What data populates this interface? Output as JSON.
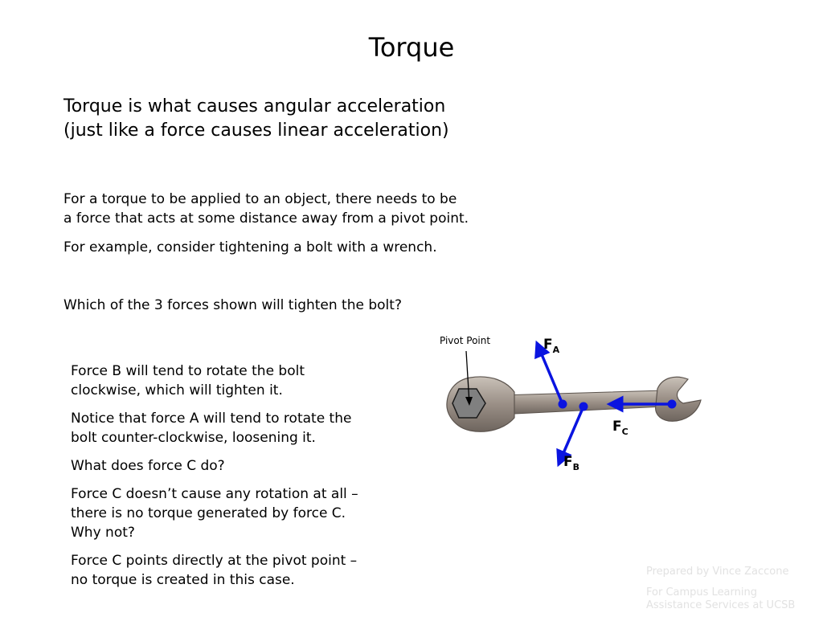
{
  "slide": {
    "title": "Torque",
    "intro": [
      "Torque is what causes angular acceleration",
      "(just like a force causes linear acceleration)"
    ],
    "paragraph1": [
      "For a torque to be applied to an object, there needs to be",
      "a force that acts at some distance away from a pivot point."
    ],
    "paragraph2": "For example, consider tightening a bolt with a wrench.",
    "question": "Which of the 3 forces shown will tighten the bolt?",
    "answers": [
      [
        "Force B will tend to rotate the bolt",
        "clockwise, which will tighten it."
      ],
      [
        "Notice that force A will tend to rotate the",
        "bolt counter-clockwise, loosening it."
      ],
      [
        "What does force C do?"
      ],
      [
        "Force C doesn’t cause any rotation at all –",
        "there is no torque generated by force C.",
        "Why not?"
      ],
      [
        "Force C points directly at the pivot point –",
        "no torque is created in this case."
      ]
    ]
  },
  "diagram": {
    "pivot_label": "Pivot Point",
    "force_a": {
      "letter": "F",
      "subscript": "A"
    },
    "force_b": {
      "letter": "F",
      "subscript": "B"
    },
    "force_c": {
      "letter": "F",
      "subscript": "C"
    },
    "colors": {
      "force": "#0a14e0",
      "wrench": "#9a8f86",
      "bolt": "#808080"
    }
  },
  "credits": {
    "line1": "Prepared by Vince Zaccone",
    "line2": [
      "For Campus Learning",
      "Assistance Services at UCSB"
    ]
  }
}
